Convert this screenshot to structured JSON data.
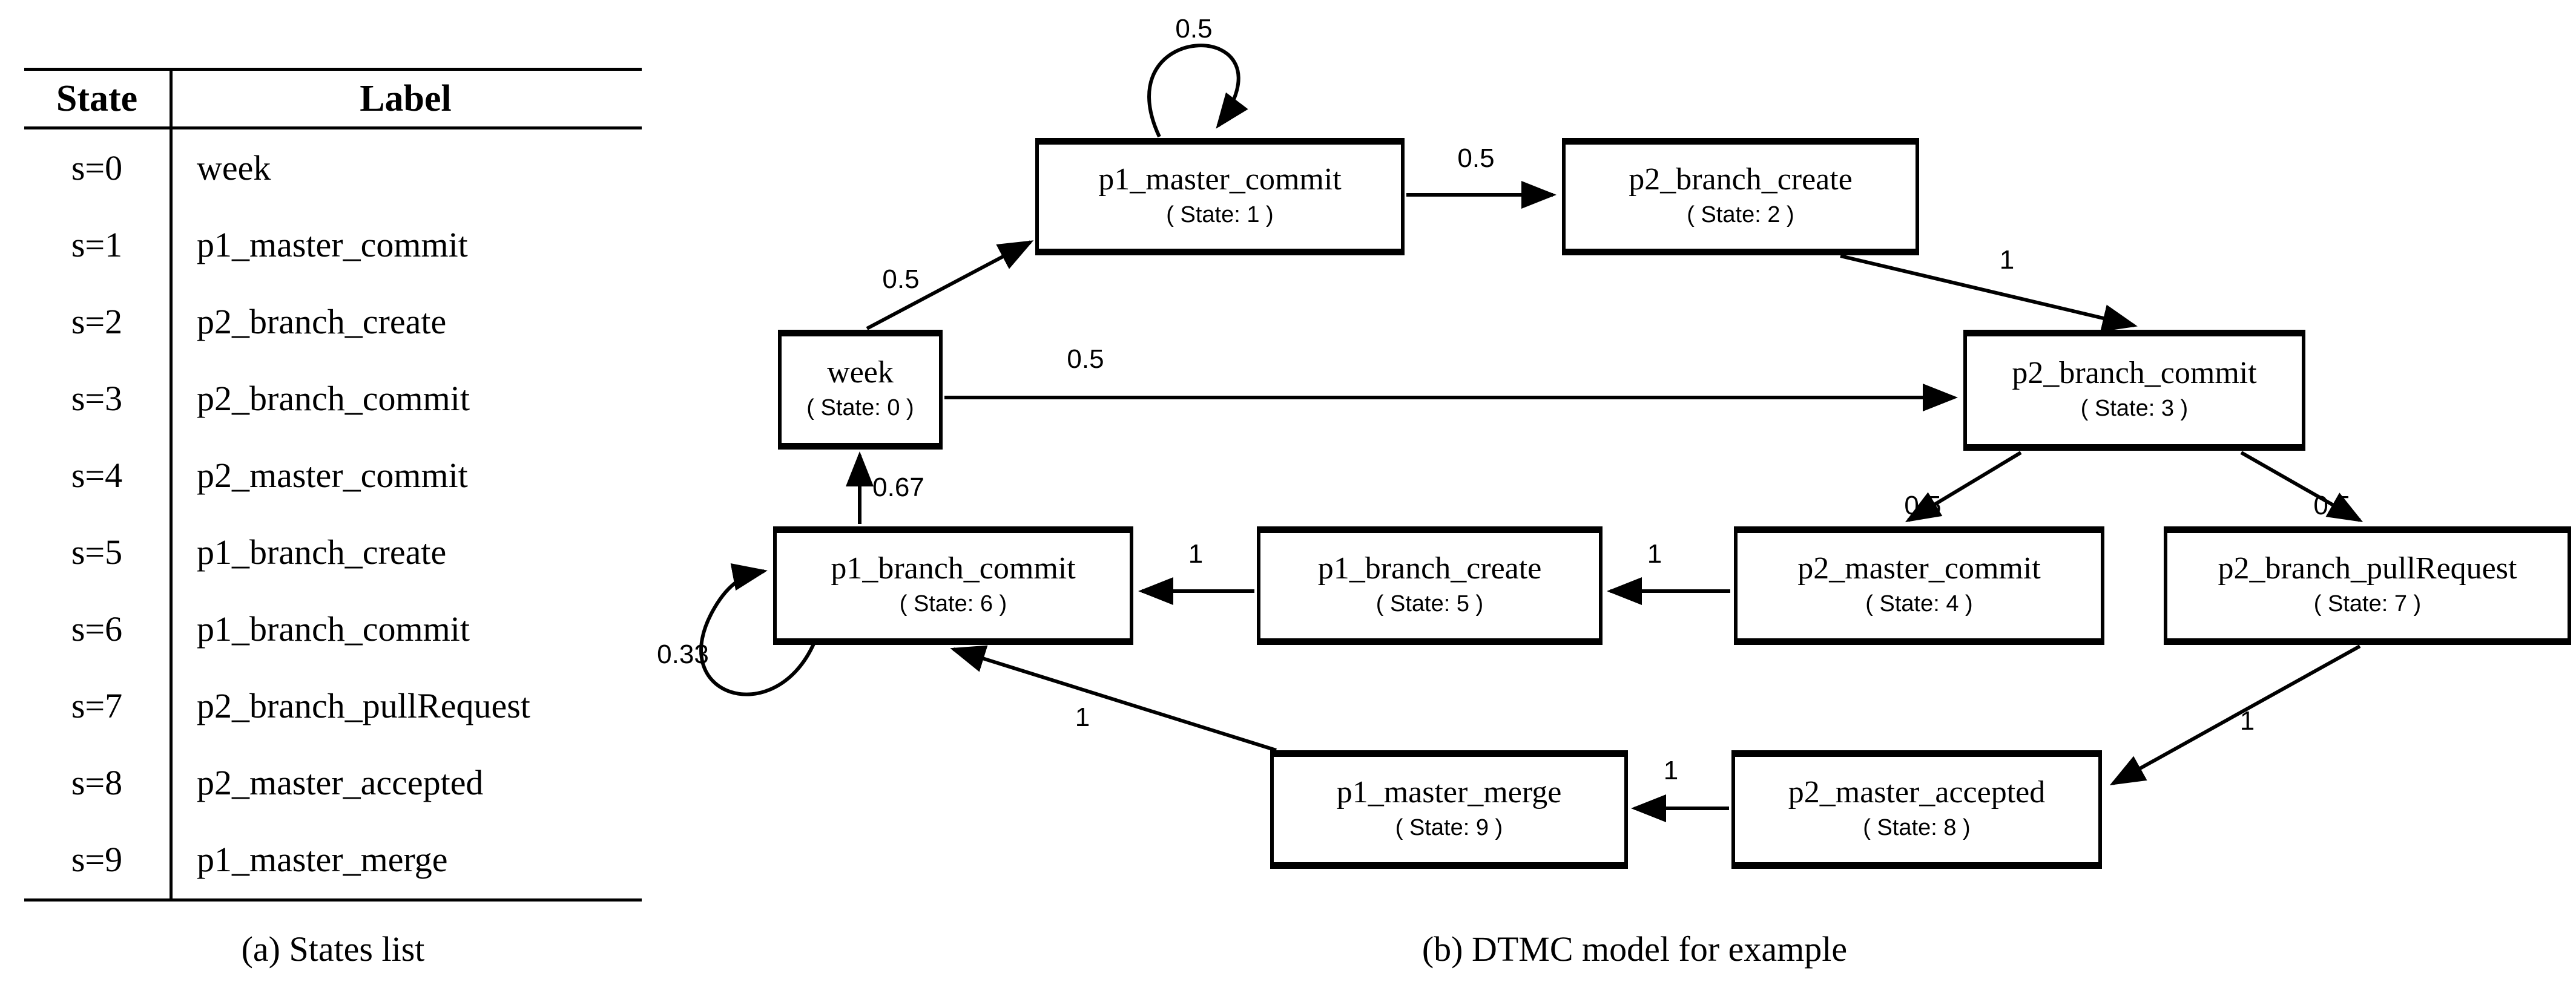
{
  "figure": {
    "colors": {
      "ink": "#000000",
      "background": "#ffffff"
    }
  },
  "table": {
    "caption": "(a) States list",
    "col_state": "State",
    "col_label": "Label",
    "rows": [
      {
        "state": "s=0",
        "label": "week"
      },
      {
        "state": "s=1",
        "label": "p1_master_commit"
      },
      {
        "state": "s=2",
        "label": "p2_branch_create"
      },
      {
        "state": "s=3",
        "label": "p2_branch_commit"
      },
      {
        "state": "s=4",
        "label": "p2_master_commit"
      },
      {
        "state": "s=5",
        "label": "p1_branch_create"
      },
      {
        "state": "s=6",
        "label": "p1_branch_commit"
      },
      {
        "state": "s=7",
        "label": "p2_branch_pullRequest"
      },
      {
        "state": "s=8",
        "label": "p2_master_accepted"
      },
      {
        "state": "s=9",
        "label": "p1_master_merge"
      }
    ]
  },
  "diagram": {
    "caption": "(b) DTMC model for example",
    "nodes": [
      {
        "label": "week",
        "sub": "( State: 0 )"
      },
      {
        "label": "p1_master_commit",
        "sub": "( State: 1 )"
      },
      {
        "label": "p2_branch_create",
        "sub": "( State: 2 )"
      },
      {
        "label": "p2_branch_commit",
        "sub": "( State: 3 )"
      },
      {
        "label": "p2_master_commit",
        "sub": "( State: 4 )"
      },
      {
        "label": "p1_branch_create",
        "sub": "( State: 5 )"
      },
      {
        "label": "p1_branch_commit",
        "sub": "( State: 6 )"
      },
      {
        "label": "p2_branch_pullRequest",
        "sub": "( State: 7 )"
      },
      {
        "label": "p2_master_accepted",
        "sub": "( State: 8 )"
      },
      {
        "label": "p1_master_merge",
        "sub": "( State: 9 )"
      }
    ],
    "edges": [
      {
        "from": 0,
        "to": 1,
        "p": "0.5"
      },
      {
        "from": 1,
        "to": 1,
        "p": "0.5"
      },
      {
        "from": 1,
        "to": 2,
        "p": "0.5"
      },
      {
        "from": 2,
        "to": 3,
        "p": "1"
      },
      {
        "from": 0,
        "to": 3,
        "p": "0.5"
      },
      {
        "from": 3,
        "to": 4,
        "p": "0.5"
      },
      {
        "from": 3,
        "to": 7,
        "p": "0.5"
      },
      {
        "from": 4,
        "to": 5,
        "p": "1"
      },
      {
        "from": 5,
        "to": 6,
        "p": "1"
      },
      {
        "from": 6,
        "to": 6,
        "p": "0.33"
      },
      {
        "from": 6,
        "to": 0,
        "p": "0.67"
      },
      {
        "from": 7,
        "to": 8,
        "p": "1"
      },
      {
        "from": 8,
        "to": 9,
        "p": "1"
      },
      {
        "from": 9,
        "to": 6,
        "p": "1"
      }
    ]
  }
}
